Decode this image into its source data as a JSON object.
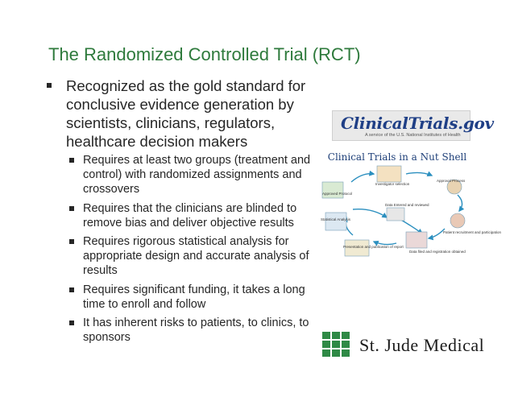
{
  "slide": {
    "title": "The Randomized Controlled Trial (RCT)",
    "main_bullet": "Recognized as the gold standard for conclusive evidence generation by scientists, clinicians, regulators, healthcare decision makers",
    "sub_bullets": [
      "Requires at least two groups (treatment and control) with randomized assignments and crossovers",
      "Requires that the clinicians are blinded to remove bias and deliver objective results",
      "Requires rigorous statistical analysis for appropriate design and accurate analysis of results",
      "Requires significant funding, it takes a long time to enroll and follow",
      "It has inherent risks to patients, to clinics, to sponsors"
    ]
  },
  "clinicaltrials_logo": {
    "name": "ClinicalTrials.gov",
    "tagline": "A service of the U.S. National Institutes of Health"
  },
  "nutshell": {
    "title": "Clinical Trials in a Nut Shell",
    "steps": {
      "approved_protocol": "Approved Protocol",
      "investigator_selection": "Investigator selection",
      "approval_process": "Approval Process",
      "statistical_analysis": "Statistical Analysis",
      "data_entered": "Data Entered and reviewed",
      "patient_recruitment": "Patient recruitment and participation",
      "presentation": "Presentation and publication of report",
      "data_filed": "Data filed and registration obtained"
    }
  },
  "sponsor_logo": {
    "name": "St. Jude Medical"
  },
  "colors": {
    "title_green": "#2e7a3c",
    "ct_blue": "#1f3f86",
    "sj_green": "#2f8a46"
  }
}
